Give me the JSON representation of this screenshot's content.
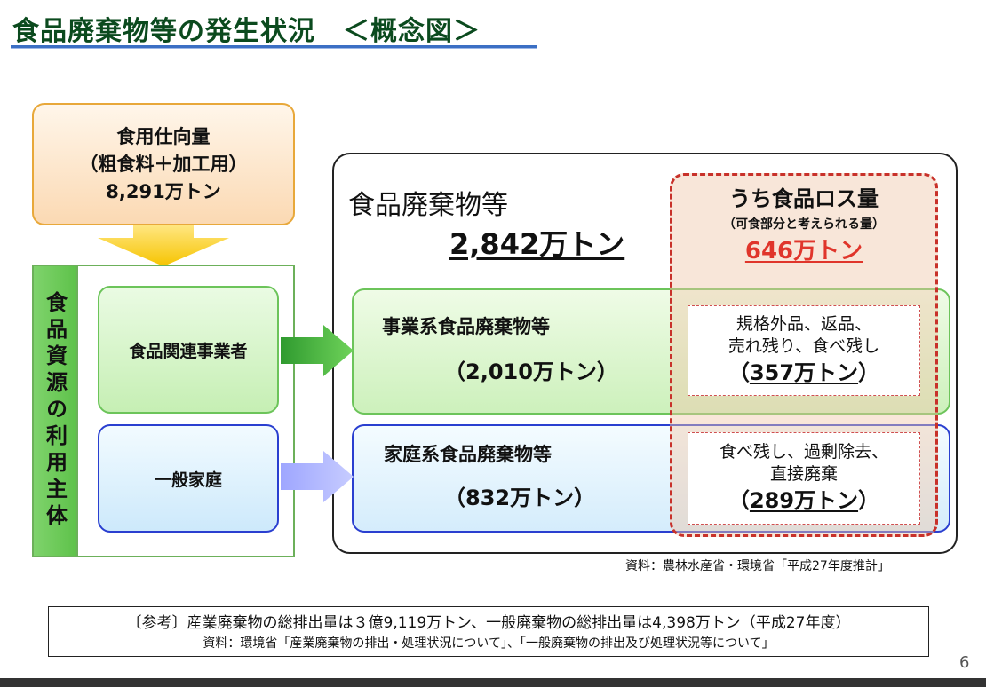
{
  "title": "食品廃棄物等の発生状況　＜概念図＞",
  "supply": {
    "line1": "食用仕向量",
    "line2": "（粗食料＋加工用）",
    "line3": "8,291万トン"
  },
  "entities": {
    "label": "食品資源の利用主体",
    "business": "食品関連事業者",
    "household": "一般家庭"
  },
  "waste": {
    "label": "食品廃棄物等",
    "total": "2,842万トン",
    "business_name": "事業系食品廃棄物等",
    "business_amount": "（2,010万トン）",
    "household_name": "家庭系食品廃棄物等",
    "household_amount": "（832万トン）"
  },
  "loss": {
    "title": "うち食品ロス量",
    "subtitle": "（可食部分と考えられる量）",
    "amount": "646万トン",
    "business_line1": "規格外品、返品、",
    "business_line2": "売れ残り、食べ残し",
    "business_amount_open": "（",
    "business_amount": "357万トン",
    "business_amount_close": "）",
    "household_line1": "食べ残し、過剰除去、",
    "household_line2": "直接廃棄",
    "household_amount_open": "（",
    "household_amount": "289万トン",
    "household_amount_close": "）"
  },
  "source": "資料：農林水産省・環境省「平成27年度推計」",
  "reference": {
    "line1": "〔参考〕産業廃棄物の総排出量は３億9,119万トン、一般廃棄物の総排出量は4,398万トン（平成27年度）",
    "line2": "資料：環境省「産業廃棄物の排出・処理状況について」、「一般廃棄物の排出及び処理状況等について」"
  },
  "page_number": "6",
  "colors": {
    "title": "#0b4a1e",
    "loss_amount": "#e0352b",
    "loss_border": "#c8312a",
    "business": "#6cc45a",
    "household": "#2a3fd0",
    "supply": "#e8a83a"
  }
}
